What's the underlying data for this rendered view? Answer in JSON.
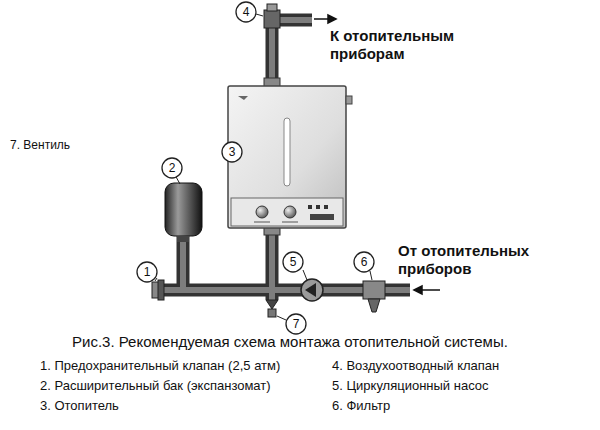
{
  "diagram": {
    "caption": "Рис.3. Рекомендуемая схема монтажа отопительной системы.",
    "nodes": [
      {
        "text": [
          "1"
        ]
      },
      {
        "text": [
          "2"
        ]
      },
      {
        "text": [
          "3"
        ]
      },
      {
        "text": [
          "4"
        ]
      },
      {
        "text": [
          "5"
        ]
      },
      {
        "text": [
          "6"
        ]
      },
      {
        "text": [
          "7"
        ]
      }
    ],
    "labels": [
      "К отопительным приборам",
      "От отопительных приборов",
      "1. Предохранительный клапан (2,5 атм)",
      "2. Расширительный бак (экспанзомат)",
      "3. Отопитель",
      "4. Воздухоотводный клапан",
      "5. Циркуляционный насос",
      "6. Фильтр",
      "7. Вентиль"
    ]
  }
}
